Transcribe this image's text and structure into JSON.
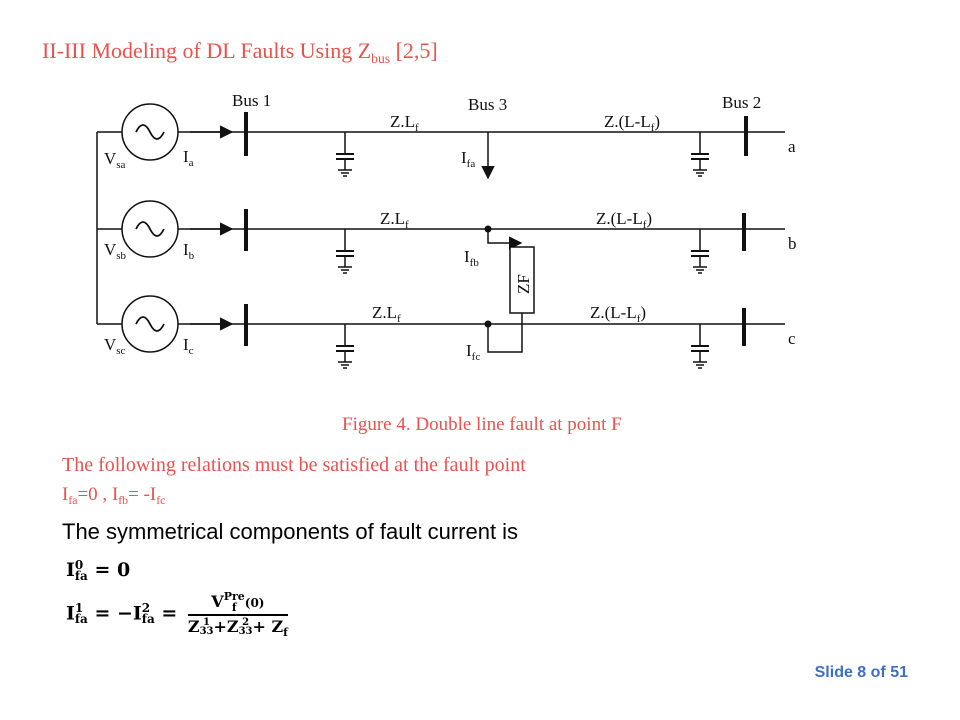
{
  "title": {
    "main": "II-III Modeling of DL Faults Using Z",
    "sub": "bus",
    "ref": " [2,5]"
  },
  "diagram": {
    "bus1": "Bus 1",
    "bus2": "Bus 2",
    "bus3": "Bus 3",
    "phases": [
      "a",
      "b",
      "c"
    ],
    "sources": [
      {
        "v": "V",
        "v_sub": "sa",
        "i": "I",
        "i_sub": "a"
      },
      {
        "v": "V",
        "v_sub": "sb",
        "i": "I",
        "i_sub": "b"
      },
      {
        "v": "V",
        "v_sub": "sc",
        "i": "I",
        "i_sub": "c"
      }
    ],
    "left_impedance": {
      "text": "Z.L",
      "sub": "f"
    },
    "right_impedance": {
      "text": "Z.(L-L",
      "sub": "f",
      "end": ")"
    },
    "fault_currents": [
      {
        "text": "I",
        "sub": "fa"
      },
      {
        "text": "I",
        "sub": "fb"
      },
      {
        "text": "I",
        "sub": "fc"
      }
    ],
    "fault_impedance": "ZF"
  },
  "caption": "Figure 4. Double line fault at point F",
  "relations_text": "The following relations must be satisfied at the fault point",
  "condition": {
    "i1": "I",
    "s1": "fa",
    "t1": "=0  , ",
    "i2": "I",
    "s2": "fb",
    "t2": "= -",
    "i3": "I",
    "s3": "fc"
  },
  "symmetrical_text": "The symmetrical components of fault current is",
  "equations": {
    "eq1": {
      "lhs": "I",
      "sup": "0",
      "sub": "fa",
      "rhs": " = 0"
    },
    "eq2": {
      "lhs": "I",
      "sup1": "1",
      "sub1": "fa",
      "mid": " = −I",
      "sup2": "2",
      "sub2": "fa",
      "eq": " = ",
      "num": "V",
      "num_sup": "Pre",
      "num_sub": "f",
      "num_arg": "(0)",
      "den1": "Z",
      "den1_sup": "1",
      "den1_sub": "33",
      "den2": "+Z",
      "den2_sup": "2",
      "den2_sub": "33",
      "den3": "+ Z",
      "den3_sub": "f"
    }
  },
  "slide_number": "Slide 8 of 51"
}
